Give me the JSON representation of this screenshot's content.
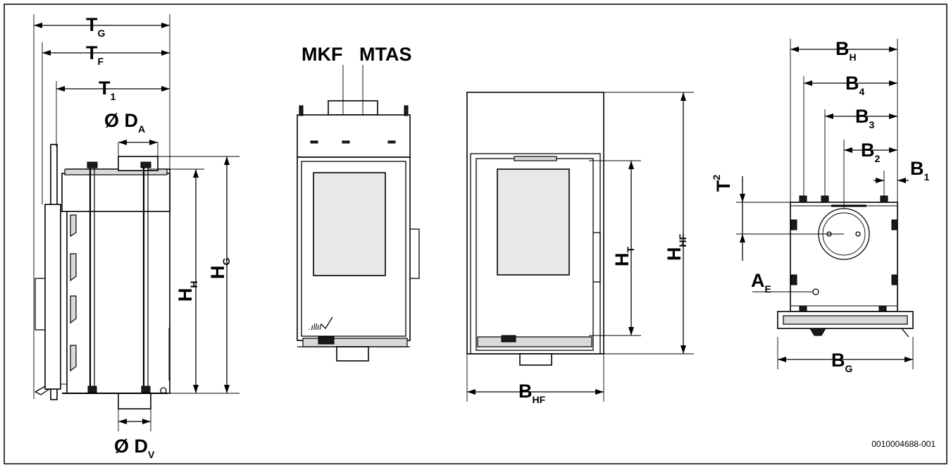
{
  "labels": {
    "tg": {
      "main": "T",
      "sub": "G"
    },
    "tf": {
      "main": "T",
      "sub": "F"
    },
    "t1": {
      "main": "T",
      "sub": "1"
    },
    "da": {
      "main": "Ø D",
      "sub": "A"
    },
    "dv": {
      "main": "Ø D",
      "sub": "V"
    },
    "hh": {
      "main": "H",
      "sub": "H"
    },
    "hg": {
      "main": "H",
      "sub": "G"
    },
    "mkf": "MKF",
    "mtas": "MTAS",
    "ht": {
      "main": "H",
      "sub": "T"
    },
    "hhf": {
      "main": "H",
      "sub": "HF"
    },
    "bhf": {
      "main": "B",
      "sub": "HF"
    },
    "bh": {
      "main": "B",
      "sub": "H"
    },
    "b4": {
      "main": "B",
      "sub": "4"
    },
    "b3": {
      "main": "B",
      "sub": "3"
    },
    "b2": {
      "main": "B",
      "sub": "2"
    },
    "b1": {
      "main": "B",
      "sub": "1"
    },
    "t2": {
      "main": "T",
      "sub": "2"
    },
    "ae": {
      "main": "A",
      "sub": "E"
    },
    "bg": {
      "main": "B",
      "sub": "G"
    }
  },
  "caption": "0010004688-001"
}
